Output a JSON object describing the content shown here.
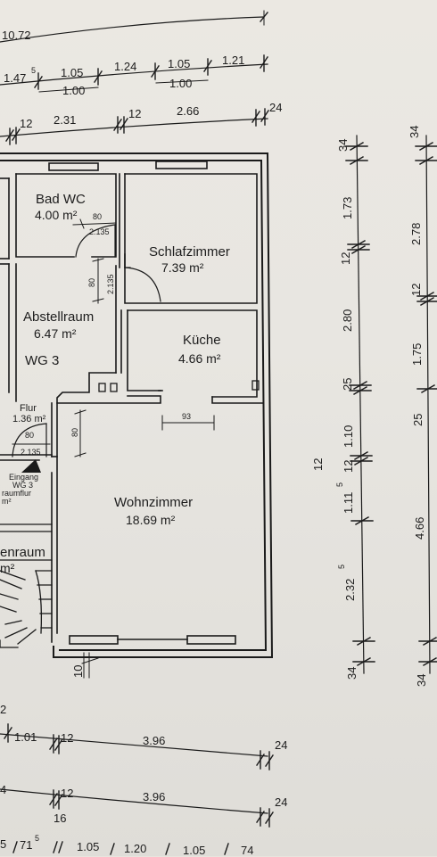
{
  "rooms": {
    "bad": {
      "name": "Bad WC",
      "area": "4.00 m²"
    },
    "schlafzimmer": {
      "name": "Schlafzimmer",
      "area": "7.39 m²"
    },
    "abstellraum": {
      "name": "Abstellraum",
      "area": "6.47 m²"
    },
    "kueche": {
      "name": "Küche",
      "area": "4.66 m²"
    },
    "flur": {
      "name": "Flur",
      "area": "1.36 m²"
    },
    "wohnzimmer": {
      "name": "Wohnzimmer",
      "area": "18.69 m²"
    },
    "treppenraum": {
      "name": "enraum",
      "area": "m²"
    }
  },
  "unit_label": "WG 3",
  "entrance": {
    "line1": "Eingang",
    "line2": "WG 3",
    "line3": "raumflur",
    "line4": "m²"
  },
  "door_dims": {
    "bad_width": "80",
    "bad_height": "2.135",
    "schlaf_width": "80",
    "schlaf_height": "2.135",
    "flur_width": "80",
    "flur_height": "2.135",
    "kitchen_opening": "93",
    "wohn_door": "80"
  },
  "top_dims": {
    "row1": "10.72",
    "row2": [
      "1.47",
      "1.05",
      "1.24",
      "1.05",
      "1.21"
    ],
    "row2_sup": "5",
    "row2_below": [
      "1.00",
      "1.00"
    ],
    "row3": [
      "12",
      "2.31",
      "12",
      "2.66",
      "24"
    ]
  },
  "right_dims": {
    "col1": [
      "34",
      "1.73",
      "12",
      "2.80",
      "25",
      "1.10",
      "12",
      "1.11",
      "2.32",
      "34"
    ],
    "col1_sup": "5",
    "col2": [
      "34",
      "2.78",
      "12",
      "1.75",
      "25",
      "4.66",
      "34"
    ],
    "center_label": "12"
  },
  "bottom_dims": {
    "wall_left": "10",
    "row_a": [
      "2"
    ],
    "row_b": [
      "1.01",
      "12",
      "3.96",
      "24"
    ],
    "row_c": [
      "4",
      "12",
      "3.96",
      "24"
    ],
    "row_c_below": "16",
    "row_d": [
      "5",
      "71",
      "1.05",
      "1.20",
      "1.05",
      "74"
    ],
    "row_d_sup": "5"
  }
}
